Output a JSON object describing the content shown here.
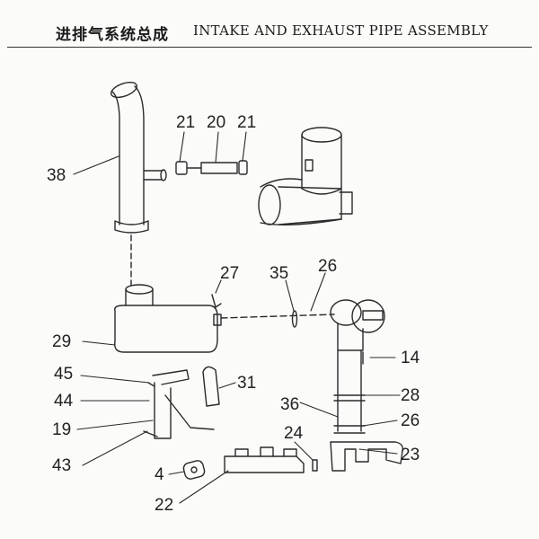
{
  "title": {
    "zh": "进排气系统总成",
    "en": "INTAKE AND EXHAUST PIPE  ASSEMBLY"
  },
  "callouts": [
    "38",
    "21",
    "20",
    "21",
    "27",
    "35",
    "26",
    "29",
    "14",
    "45",
    "31",
    "44",
    "36",
    "28",
    "19",
    "24",
    "26",
    "43",
    "23",
    "4",
    "22"
  ]
}
